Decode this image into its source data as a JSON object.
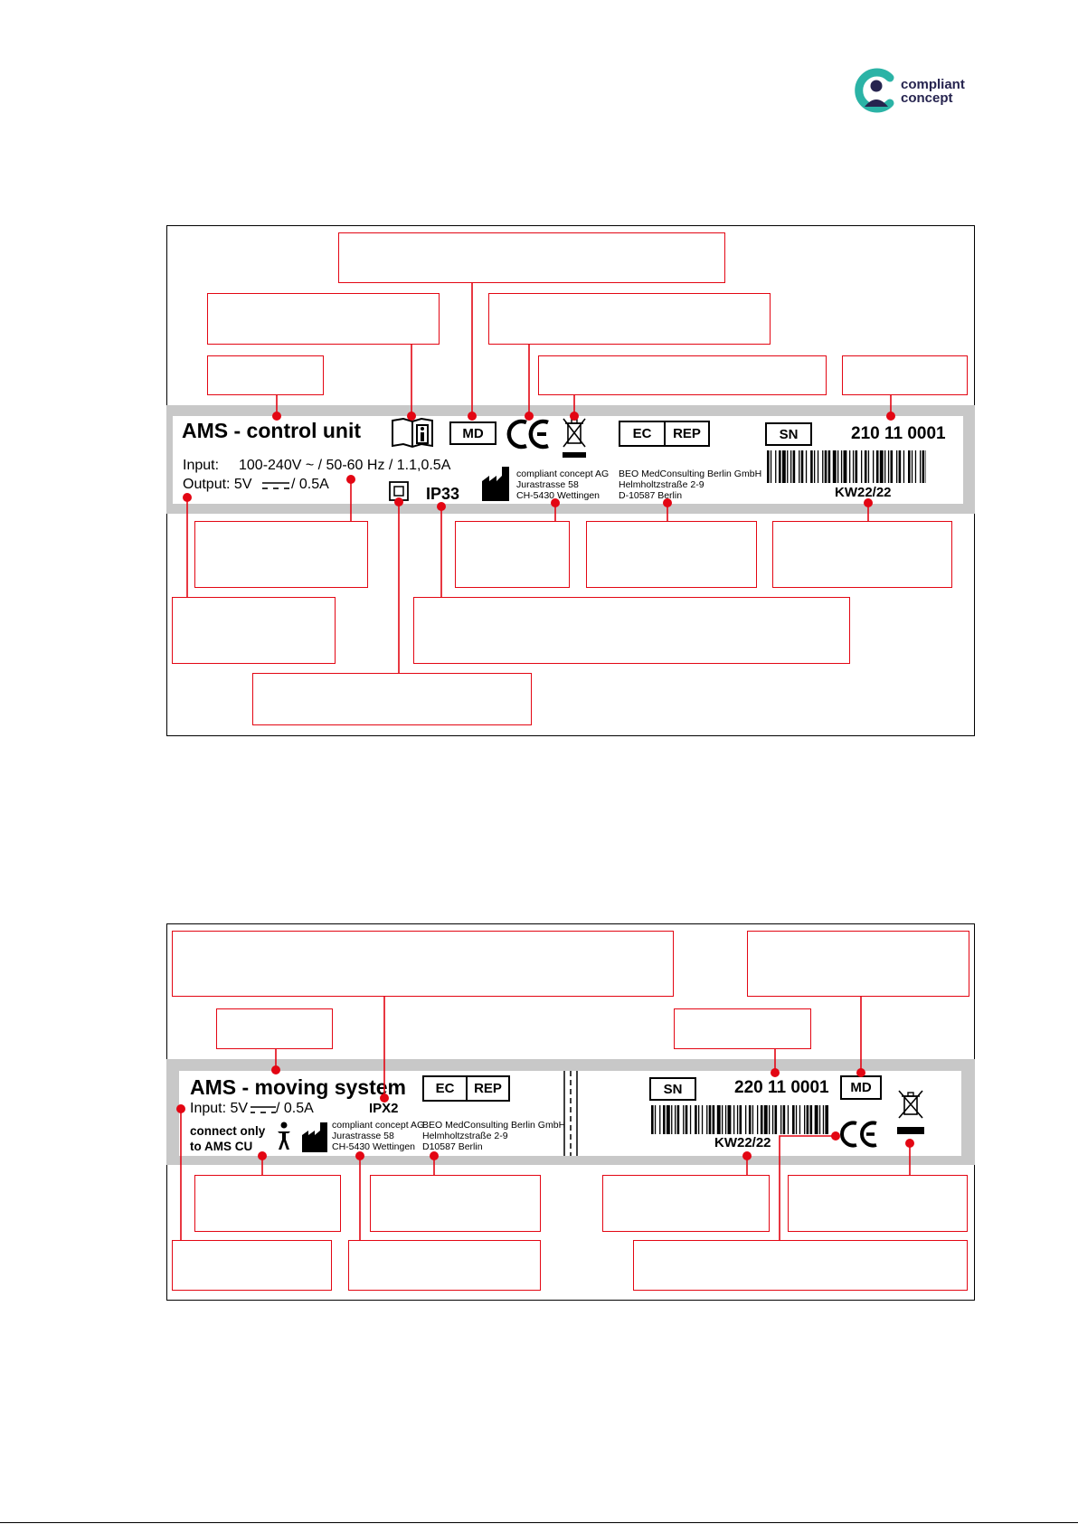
{
  "logo": {
    "line1": "compliant",
    "line2": "concept"
  },
  "label1": {
    "title": "AMS - control unit",
    "input_label": "Input:",
    "input_value": "100-240V ~ / 50-60 Hz / 1.1,0.5A",
    "output_label": "Output: 5V",
    "output_value": "/ 0.5A",
    "md": "MD",
    "ec": "EC",
    "rep": "REP",
    "sn": "SN",
    "serial": "210 11 0001",
    "kw": "KW22/22",
    "ip": "IP33",
    "manufacturer": [
      "compliant concept AG",
      "Jurastrasse 58",
      "CH-5430 Wettingen"
    ],
    "ec_rep_address": [
      "BEO MedConsulting Berlin GmbH",
      "Helmholtzstraße 2-9",
      "D-10587 Berlin"
    ]
  },
  "label2": {
    "title": "AMS - moving system",
    "input": "Input: 5V",
    "input_value": "/ 0.5A",
    "ip": "IPX2",
    "connect_line1": "connect only",
    "connect_line2": "to AMS CU",
    "ec": "EC",
    "rep": "REP",
    "sn": "SN",
    "serial": "220 11 0001",
    "md": "MD",
    "kw": "KW22/22",
    "manufacturer": [
      "compliant concept AG",
      "Jurastrasse 58",
      "CH-5430 Wettingen"
    ],
    "ec_rep_address": [
      "BEO MedConsulting Berlin GmbH",
      "Helmholtzstraße 2-9",
      "D10587 Berlin"
    ]
  },
  "colors": {
    "callout": "#e30613",
    "band": "#c8c8c8",
    "logo_teal": "#2bb3a6",
    "logo_navy": "#26244f"
  },
  "icons": [
    "compliant-concept-logo",
    "instructions-for-use-icon",
    "ce-mark-icon",
    "weee-bin-icon",
    "manufacturer-factory-icon",
    "class-ii-square-icon",
    "barcode",
    "dc-current-icon",
    "type-b-person-icon"
  ]
}
